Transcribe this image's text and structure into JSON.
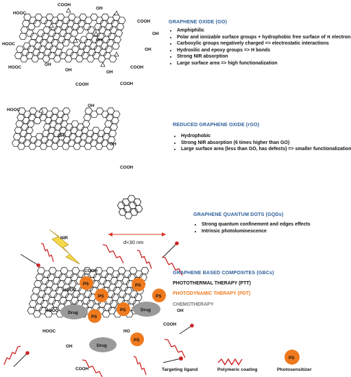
{
  "sections": {
    "go": {
      "title": "GRAPHENE OXIDE (GO)",
      "bullets": [
        "Amphiphilic",
        " Polar and ionizable surface groups + hydrophobic free surface of π electrons",
        " Carboxylic groups negatively charged => electrostatic interactions",
        "Hydroxilic and epoxy groups => H bonds",
        "Strong NIR absorption",
        "Large surface area => high functionalization"
      ]
    },
    "rgo": {
      "title": "REDUCED GRAPHENE OXIDE (rGO)",
      "bullets": [
        "Hydrophobic",
        "Strong NIR absorption (6 times higher than GO)",
        "Large surface area (less than GO, has defects) => smaller functionalization"
      ]
    },
    "gqd": {
      "title": "GRAPHENE QUANTUM DOTS (GQDs)",
      "bullets": [
        "Strong quantum confinement and edges effects",
        "Intrinsic photoluminescence"
      ],
      "scale_label": "d<30 nm"
    },
    "gbc": {
      "title": "GRAPHENE BASED COMPOSITES (GBCs)",
      "therapies": [
        {
          "label": "PHOTOTHERMAL THERAPY (PTT)",
          "color": "#111111"
        },
        {
          "label": "PHOTODYNAMIC THERAPY (PDT)",
          "color": "#ef7a1e"
        },
        {
          "label": "CHEMOTHERAPY",
          "color": "#777777"
        }
      ],
      "nir_label": "NIR",
      "ps_label": "PS",
      "drug_label": "Drug"
    }
  },
  "chem_labels": {
    "cooh": "COOH",
    "hooc": "HOOC",
    "oh": "OH",
    "ho": "HO"
  },
  "legend": {
    "targeting": "Targeting ligand",
    "polymeric": "Polymeric coating",
    "photosensitizer": "Photosensitizer",
    "ps_label": "PS"
  },
  "colors": {
    "title_blue": "#2e5f9a",
    "ps_orange": "#ef7a1e",
    "drug_gray": "#9a9a9a",
    "ligand_red": "#cc2222",
    "nir_yellow": "#f6d84b"
  }
}
